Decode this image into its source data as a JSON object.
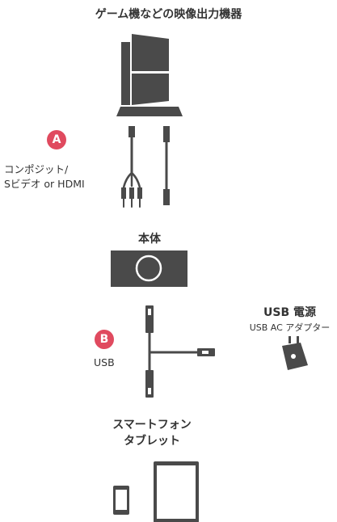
{
  "source_device": {
    "title": "ゲーム機などの映像出力機器"
  },
  "cable_a": {
    "badge": "A",
    "label_line1": "コンポジット/",
    "label_line2": "Sビデオ or HDMI"
  },
  "main_unit": {
    "title": "本体"
  },
  "cable_b": {
    "badge": "B",
    "label": "USB"
  },
  "power": {
    "title": "USB 電源",
    "subtitle": "USB AC アダプター"
  },
  "target_device": {
    "title_line1": "スマートフォン",
    "title_line2": "タブレット"
  },
  "colors": {
    "device": "#4a4a4a",
    "accent": "#e04a5f",
    "text": "#333333"
  },
  "icons": {
    "source": "console-icon",
    "cables_a": "av-cable-icon",
    "unit": "capture-unit-icon",
    "usb": "usb-cable-icon",
    "adapter": "power-adapter-icon",
    "phone": "smartphone-icon",
    "tablet": "tablet-icon"
  }
}
